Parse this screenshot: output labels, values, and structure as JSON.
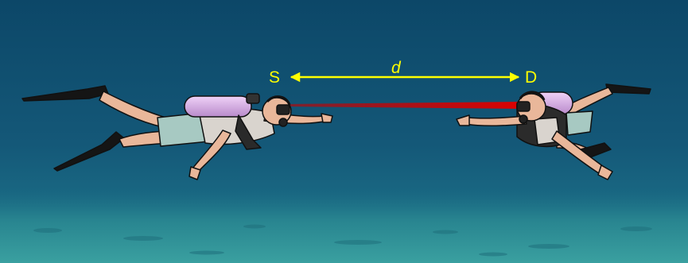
{
  "labels": {
    "source": "S",
    "destination": "D",
    "distance": "d"
  },
  "colors": {
    "water_top": "#0e4a6c",
    "water_mid": "#155b7a",
    "water_floor": "#2b8a93",
    "arrow": "#ffff00",
    "laser": "#d40000",
    "tank": "#d8a7e6",
    "shorts": "#a7c9c2",
    "skin": "#e9b79a",
    "outline": "#111111"
  },
  "icons": {
    "left_figure": "diver-swimming-right-icon",
    "right_figure": "diver-swimming-left-icon",
    "link": "laser-beam-icon",
    "measure": "double-headed-arrow-icon"
  }
}
